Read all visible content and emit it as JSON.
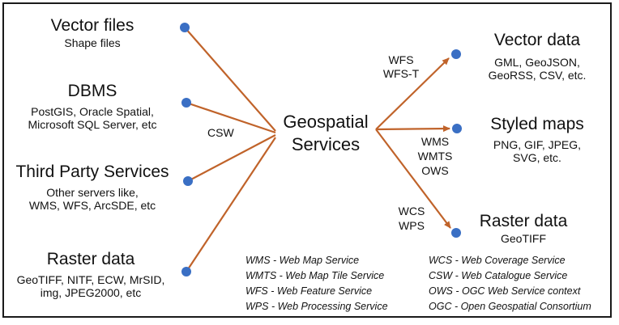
{
  "sources": [
    {
      "title": "Vector files",
      "detail": [
        "Shape files"
      ]
    },
    {
      "title": "DBMS",
      "detail": [
        "PostGIS, Oracle Spatial,",
        "Microsoft SQL Server, etc"
      ]
    },
    {
      "title": "Third Party Services",
      "detail": [
        "Other servers like,",
        "WMS, WFS, ArcSDE, etc"
      ]
    },
    {
      "title": "Raster data",
      "detail": [
        "GeoTIFF, NITF, ECW, MrSID,",
        "img, JPEG2000, etc"
      ]
    }
  ],
  "center": {
    "line1": "Geospatial",
    "line2": "Services"
  },
  "input_protocol": "CSW",
  "outputs": [
    {
      "title": "Vector data",
      "detail": [
        "GML, GeoJSON,",
        "GeoRSS, CSV, etc."
      ],
      "protocols": [
        "WFS",
        "WFS-T"
      ]
    },
    {
      "title": "Styled maps",
      "detail": [
        "PNG, GIF, JPEG,",
        "SVG, etc."
      ],
      "protocols": [
        "WMS",
        "WMTS",
        "OWS"
      ]
    },
    {
      "title": "Raster data",
      "detail": [
        "GeoTIFF"
      ],
      "protocols": [
        "WCS",
        "WPS"
      ]
    }
  ],
  "legend_left": [
    "WMS - Web Map Service",
    "WMTS - Web Map Tile Service",
    "WFS - Web Feature Service",
    "WPS - Web Processing Service"
  ],
  "legend_right": [
    "WCS - Web Coverage Service",
    "CSW - Web Catalogue Service",
    "OWS - OGC Web Service context",
    "OGC - Open Geospatial Consortium"
  ],
  "colors": {
    "arrow": "#c0632a",
    "node": "#3a6fc4",
    "border": "#1a1a1a"
  }
}
